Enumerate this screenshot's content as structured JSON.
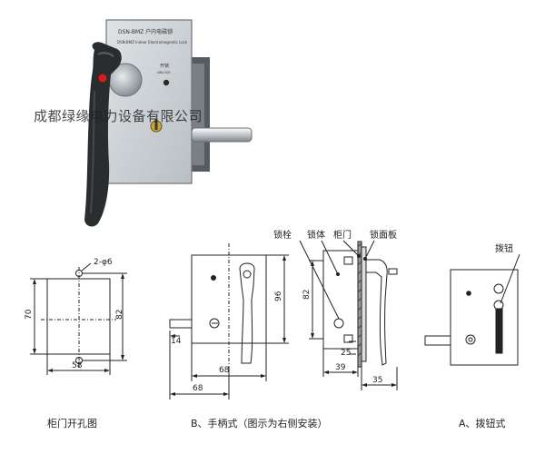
{
  "photo": {
    "model_label": "DSN-BMZ 户内电磁锁",
    "model_sublabel": "DSN-BMZ Indoor Electromagnetic Lock",
    "indicator_label": "开锁",
    "indicator_sublabel": "UNLOCK",
    "watermark": "成都绿缘电力设备有限公司"
  },
  "cutout": {
    "hole_label": "2-φ6",
    "height": "70",
    "hole_pitch": "82",
    "width": "58",
    "caption": "柜门开孔图"
  },
  "handle_type": {
    "callouts": {
      "bolt": "锁栓",
      "body": "锁体",
      "door": "柜门",
      "panel": "锁面板"
    },
    "dims": {
      "bolt_projection": "14",
      "body_width": "68",
      "overall_width": "68",
      "body_height": "96",
      "mount_pitch": "82",
      "panel_offset": "25",
      "body_depth": "39",
      "handle_depth": "35"
    },
    "caption": "B、手柄式（图示为右侧安装）"
  },
  "knob_type": {
    "callout": "拨钮",
    "caption": "A、拨钮式"
  }
}
